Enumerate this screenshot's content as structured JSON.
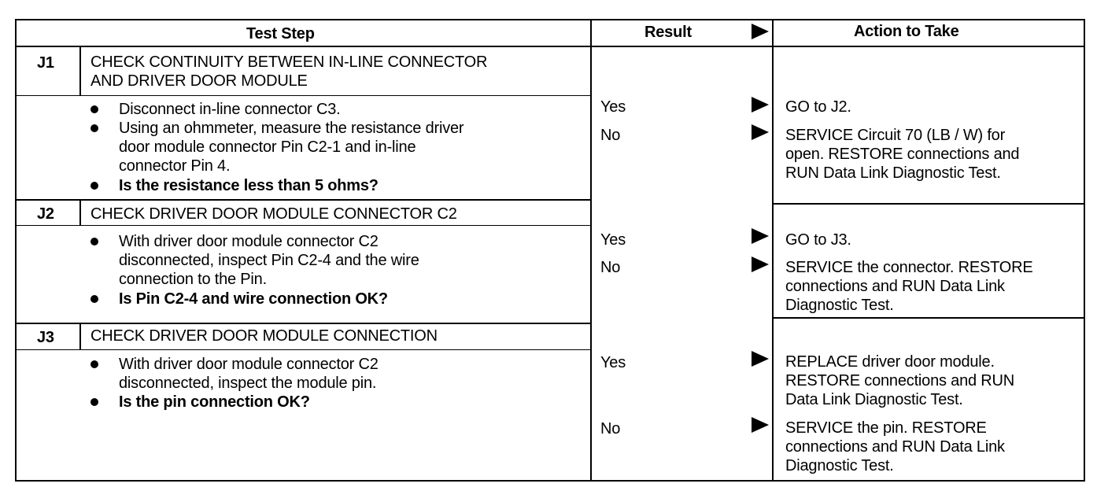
{
  "header": {
    "test_step": "Test Step",
    "result": "Result",
    "action": "Action to Take"
  },
  "steps": [
    {
      "id": "J1",
      "title_lines": [
        "CHECK CONTINUITY BETWEEN IN-LINE CONNECTOR",
        "AND DRIVER DOOR MODULE"
      ],
      "instructions": [
        "Disconnect in-line connector C3.",
        "Using an ohmmeter, measure the resistance driver",
        "door module connector Pin C2-1 and in-line",
        "connector Pin 4.",
        "Is the resistance less than 5 ohms?"
      ],
      "results": [
        {
          "label": "Yes",
          "action_lines": [
            "GO to J2."
          ]
        },
        {
          "label": "No",
          "action_lines": [
            "SERVICE Circuit 70 (LB / W) for",
            "open. RESTORE connections and",
            "RUN Data Link Diagnostic Test."
          ]
        }
      ]
    },
    {
      "id": "J2",
      "title_lines": [
        "CHECK DRIVER DOOR MODULE CONNECTOR C2"
      ],
      "instructions": [
        "With driver door module connector C2",
        "disconnected, inspect Pin C2-4 and the wire",
        "connection to the Pin.",
        "Is Pin C2-4 and wire connection OK?"
      ],
      "results": [
        {
          "label": "Yes",
          "action_lines": [
            "GO to J3."
          ]
        },
        {
          "label": "No",
          "action_lines": [
            "SERVICE the connector. RESTORE",
            "connections and RUN Data Link",
            "Diagnostic Test."
          ]
        }
      ]
    },
    {
      "id": "J3",
      "title_lines": [
        "CHECK DRIVER DOOR MODULE CONNECTION"
      ],
      "instructions": [
        "With driver door module connector C2",
        "disconnected, inspect the module pin.",
        "Is the pin connection OK?"
      ],
      "results": [
        {
          "label": "Yes",
          "action_lines": [
            "REPLACE driver door module.",
            "RESTORE connections and RUN",
            "Data Link Diagnostic Test."
          ]
        },
        {
          "label": "No",
          "action_lines": [
            "SERVICE the pin. RESTORE",
            "connections and RUN Data Link",
            "Diagnostic Test."
          ]
        }
      ]
    }
  ]
}
